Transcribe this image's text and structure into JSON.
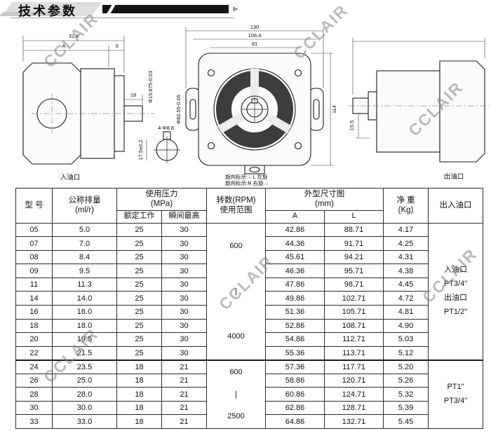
{
  "header": {
    "title": "技术参数"
  },
  "watermark": {
    "text": "CCLAIR"
  },
  "drawings": {
    "left_view": {
      "dim_overall": "31.8",
      "dim_a": "A",
      "dim_6": "6",
      "dim_18": "18",
      "dim_shaft_dia": "Φ15.875-0.03",
      "label": "入油口"
    },
    "front_view": {
      "dim_width_overall": "130",
      "dim_bolt_spacing": "106.4",
      "dim_81": "81",
      "dim_height": "114",
      "dim_spigot_dia": "Φ82.55-0.05",
      "dim_holes": "4-Φ8.8",
      "dim_port_depth": "17.5±0.2",
      "rotation_note_1": "旋向标示:←L 左旋",
      "rotation_note_2": "旋向标示:R 右旋→"
    },
    "right_view": {
      "dim_15_5": "15.5",
      "label": "出油口"
    }
  },
  "table": {
    "headers": {
      "model": "型 号",
      "displacement_l1": "公称排量",
      "displacement_l2": "(ml/r)",
      "pressure_l1": "使用压力",
      "pressure_l2": "(MPa)",
      "pressure_rated": "额定工作",
      "pressure_peak": "瞬间最高",
      "rpm_l1": "转数(RPM)",
      "rpm_l2": "使用范围",
      "dims_l1": "外型尺寸图",
      "dims_l2": "(mm)",
      "dim_a": "A",
      "dim_l": "L",
      "weight_l1": "净 重",
      "weight_l2": "(Kg)",
      "ports": "出入油口"
    },
    "groups": [
      {
        "rpm_lines": [
          "600",
          "|",
          "4000"
        ],
        "ports_lines": [
          "入油口",
          "PT3/4\"",
          "出油口",
          "PT1/2\""
        ],
        "rows": [
          {
            "model": "05",
            "displacement": "5.0",
            "rated": "25",
            "peak": "30",
            "a": "42.86",
            "l": "88.71",
            "weight": "4.17"
          },
          {
            "model": "07",
            "displacement": "7.0",
            "rated": "25",
            "peak": "30",
            "a": "44.36",
            "l": "91.71",
            "weight": "4.25"
          },
          {
            "model": "08",
            "displacement": "8.4",
            "rated": "25",
            "peak": "30",
            "a": "45.61",
            "l": "94.21",
            "weight": "4.31"
          },
          {
            "model": "09",
            "displacement": "9.5",
            "rated": "25",
            "peak": "30",
            "a": "46.36",
            "l": "95.71",
            "weight": "4.38"
          },
          {
            "model": "11",
            "displacement": "11.3",
            "rated": "25",
            "peak": "30",
            "a": "47.86",
            "l": "98.71",
            "weight": "4.45"
          },
          {
            "model": "14",
            "displacement": "14.0",
            "rated": "25",
            "peak": "30",
            "a": "49.86",
            "l": "102.71",
            "weight": "4.72"
          },
          {
            "model": "16",
            "displacement": "16.0",
            "rated": "25",
            "peak": "30",
            "a": "51.36",
            "l": "105.71",
            "weight": "4.81"
          },
          {
            "model": "18",
            "displacement": "18.0",
            "rated": "25",
            "peak": "30",
            "a": "52.86",
            "l": "108.71",
            "weight": "4.90"
          },
          {
            "model": "20",
            "displacement": "19.5",
            "rated": "25",
            "peak": "30",
            "a": "54.86",
            "l": "112.71",
            "weight": "5.03"
          },
          {
            "model": "22",
            "displacement": "21.5",
            "rated": "25",
            "peak": "30",
            "a": "55.36",
            "l": "113.71",
            "weight": "5.12"
          }
        ]
      },
      {
        "rpm_lines": [
          "600",
          "|",
          "2500"
        ],
        "ports_lines": [
          "PT1\"",
          "PT3/4\""
        ],
        "rows": [
          {
            "model": "24",
            "displacement": "23.5",
            "rated": "18",
            "peak": "21",
            "a": "57.36",
            "l": "117.71",
            "weight": "5.20"
          },
          {
            "model": "26",
            "displacement": "25.0",
            "rated": "18",
            "peak": "21",
            "a": "58.86",
            "l": "120.71",
            "weight": "5.26"
          },
          {
            "model": "28",
            "displacement": "28.0",
            "rated": "18",
            "peak": "21",
            "a": "60.86",
            "l": "124.71",
            "weight": "5.32"
          },
          {
            "model": "30",
            "displacement": "30.0",
            "rated": "18",
            "peak": "21",
            "a": "62.86",
            "l": "128.71",
            "weight": "5.39"
          },
          {
            "model": "33",
            "displacement": "33.0",
            "rated": "18",
            "peak": "21",
            "a": "64.86",
            "l": "132.71",
            "weight": "5.45"
          }
        ]
      }
    ]
  }
}
